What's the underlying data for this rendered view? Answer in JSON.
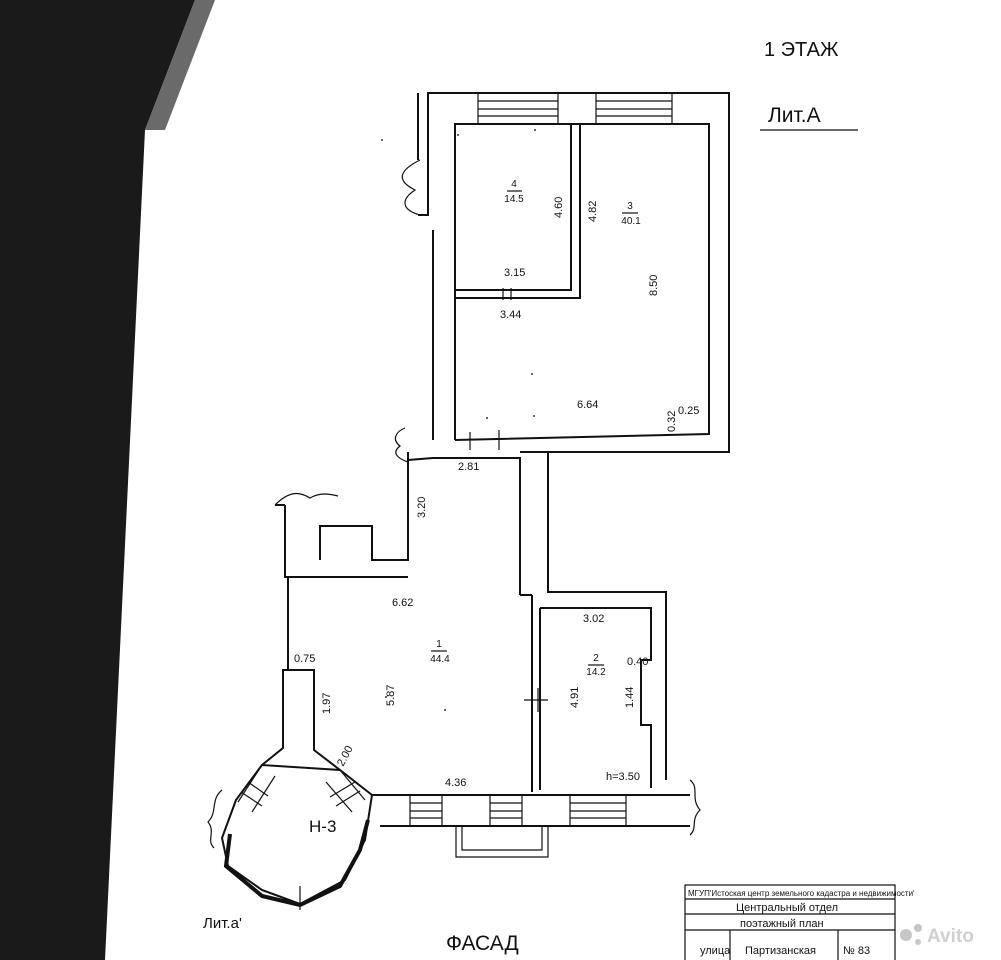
{
  "floor_label": "1 ЭТАЖ",
  "building_label": "Лит.А",
  "annex_label": "Лит.а'",
  "facade_label": "ФАСАД",
  "room_marker": "Н-3",
  "ceiling_height": "h=3.50",
  "rooms": [
    {
      "num": "4",
      "area": "14.5"
    },
    {
      "num": "3",
      "area": "40.1"
    },
    {
      "num": "1",
      "area": "44.4"
    },
    {
      "num": "2",
      "area": "14.2"
    }
  ],
  "dimensions": {
    "d_460": "4.60",
    "d_482": "4.82",
    "d_315": "3.15",
    "d_344": "3.44",
    "d_850": "8.50",
    "d_664": "6.64",
    "d_032": "0.32",
    "d_025": "0.25",
    "d_281": "2.81",
    "d_320": "3.20",
    "d_662": "6.62",
    "d_302": "3.02",
    "d_075": "0.75",
    "d_040": "0.40",
    "d_197": "1.97",
    "d_587": "5.87",
    "d_491": "4.91",
    "d_144": "1.44",
    "d_200": "2.00",
    "d_436": "4.36"
  },
  "title_block": {
    "org": "МГУП'Истоская центр земельного кадастра и недвижимости'",
    "dept": "Центральный отдел",
    "doc": "поэтажный план",
    "street_label": "улица",
    "street": "Партизанская",
    "number": "№ 83"
  },
  "watermark": "Avito"
}
